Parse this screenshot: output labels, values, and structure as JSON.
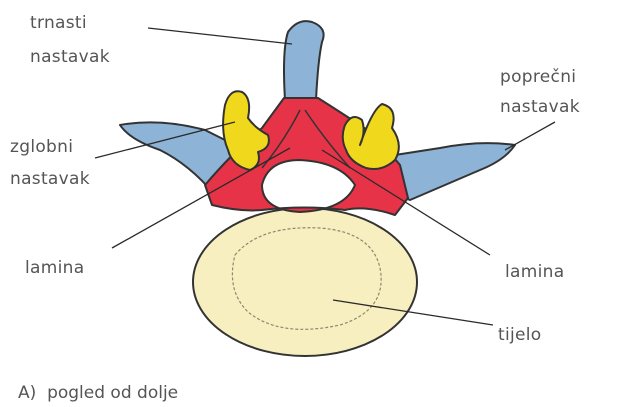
{
  "labels": {
    "spinous_line1": "trnasti",
    "spinous_line2": "nastavak",
    "transverse_line1": "poprečni",
    "transverse_line2": "nastavak",
    "articular_line1": "zglobni",
    "articular_line2": "nastavak",
    "lamina_left": "lamina",
    "lamina_right": "lamina",
    "body": "tijelo"
  },
  "caption": "A)  pogled od dolje",
  "colors": {
    "spinous_transverse": "#8db3d6",
    "lamina": "#e63347",
    "articular": "#f0d81c",
    "body": "#f7efbf",
    "outline": "#333333"
  }
}
